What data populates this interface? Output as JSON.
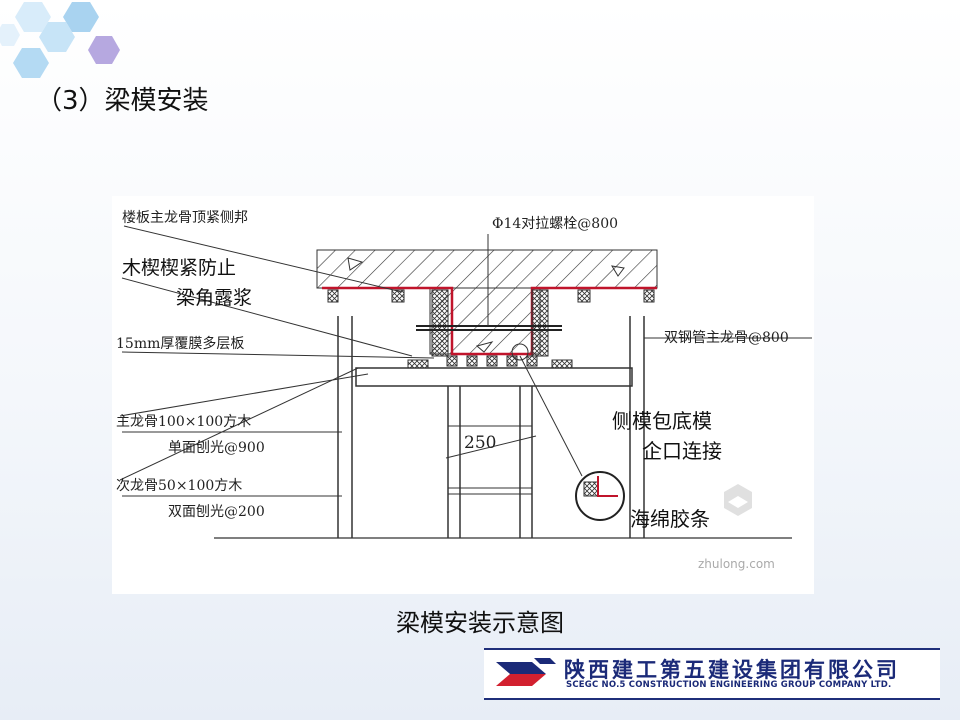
{
  "slide": {
    "title": "（3）梁模安装",
    "caption": "梁模安装示意图"
  },
  "diagram": {
    "labels": {
      "top_left": "楼板主龙骨顶紧侧邦",
      "wedge_1": "木楔楔紧防止",
      "wedge_2": "梁角露浆",
      "plywood": "15mm厚覆膜多层板",
      "main_joist_1": "主龙骨100×100方木",
      "main_joist_2": "单面刨光@900",
      "sec_joist_1": "次龙骨50×100方木",
      "sec_joist_2": "双面刨光@200",
      "bolt": "Φ14对拉螺栓@800",
      "steel_pipe": "双钢管主龙骨@800",
      "side_1": "侧模包底模",
      "side_2": "企口连接",
      "sponge": "海绵胶条",
      "dimension": "250",
      "watermark": "zhulong.com"
    }
  },
  "company": {
    "name_cn": "陕西建工第五建设集团有限公司",
    "name_en": "SCEGC NO.5 CONSTRUCTION ENGINEERING GROUP COMPANY LTD."
  },
  "colors": {
    "accent_red": "#c0142b",
    "brand_blue": "#1b2a78",
    "brand_red": "#d2202f",
    "hex_blue": "#a9d3f0",
    "hex_purple": "#b6a8e0"
  }
}
